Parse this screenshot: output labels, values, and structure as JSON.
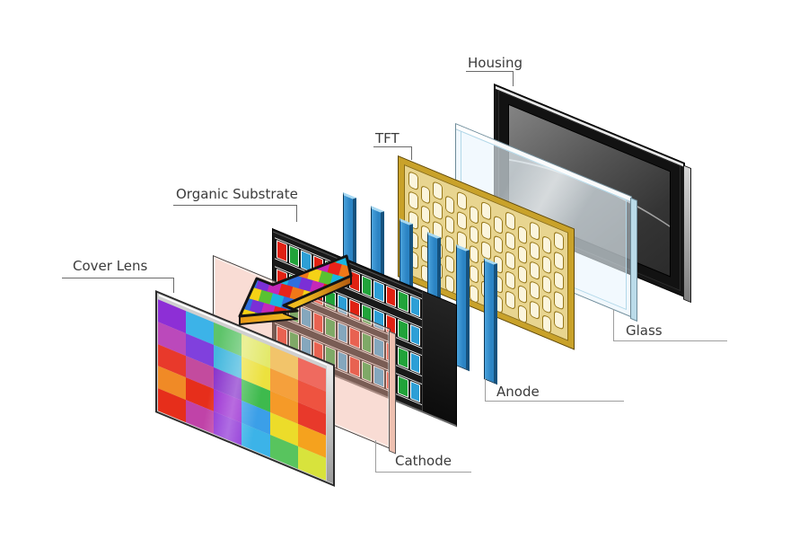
{
  "diagram": {
    "subject": "OLED display exploded layer diagram",
    "layers_front_to_back": [
      "Cover Lens",
      "Cathode",
      "Organic Substrate",
      "Anode",
      "TFT",
      "Glass",
      "Housing"
    ]
  },
  "labels": {
    "housing": "Housing",
    "glass": "Glass",
    "tft": "TFT",
    "anode": "Anode",
    "organic_substrate": "Organic Substrate",
    "cathode": "Cathode",
    "cover_lens": "Cover Lens"
  },
  "colors": {
    "background": "#ffffff",
    "label_text": "#3b3b3b",
    "housing_frame": "#151515",
    "housing_screen": "#4c4c4c",
    "glass_tint": "#dff0fa",
    "tft_gold": "#c9a22a",
    "tft_slot": "#fbf5dd",
    "anode_blue": "#2e8fd0",
    "substrate_black": "#191919",
    "cathode_pink": "#f2b2a0",
    "cover_edge_silver": "#cfcfcf"
  },
  "cover_lens": {
    "grid": [
      [
        "#8d2fd6",
        "#3cb3e8",
        "#5ec46a",
        "#e3e96b",
        "#f2c46a",
        "#ef6a5f"
      ],
      [
        "#bb49bb",
        "#8040dd",
        "#45b8de",
        "#ece13e",
        "#f5a03c",
        "#ee5340"
      ],
      [
        "#e8392b",
        "#c34b9e",
        "#8833cc",
        "#3eba4d",
        "#f59a28",
        "#e8392b"
      ],
      [
        "#f08a26",
        "#e62e1b",
        "#9a2cd2",
        "#3b9fe8",
        "#ecdc2a",
        "#f5a21e"
      ],
      [
        "#e62e1b",
        "#c043a8",
        "#8d2fd6",
        "#3cb3e8",
        "#58c45e",
        "#d8e33c"
      ]
    ]
  },
  "organic_substrate": {
    "rows": 4,
    "bars_per_row": 12,
    "bar_colors": [
      "#e02112",
      "#21a33a",
      "#2d9fd6"
    ]
  },
  "anode": {
    "bar_count": 6,
    "color": "#2e8fd0"
  },
  "tft": {
    "columns": 13,
    "slots_per_column": 5
  },
  "arrow": {
    "colors": [
      "#e8231a",
      "#f07818",
      "#f5d216",
      "#59c131",
      "#1ab5e0",
      "#2f6fde",
      "#7a2fd6",
      "#c428b8"
    ],
    "side_colors": [
      "#b35a10",
      "#e89818",
      "#f0c020"
    ]
  }
}
